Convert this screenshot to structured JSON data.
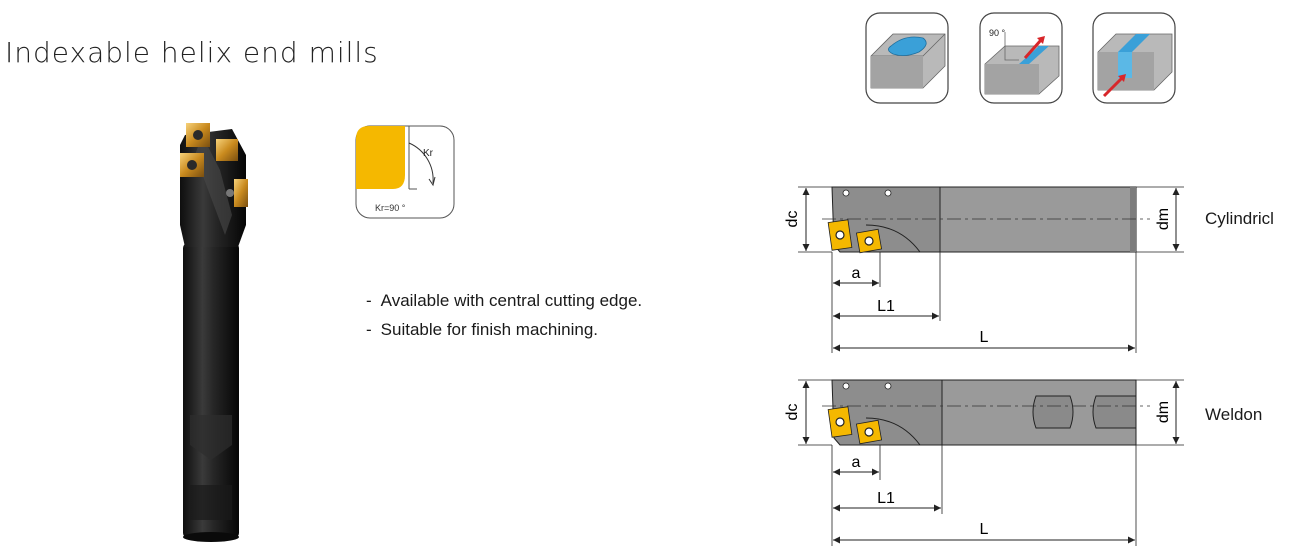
{
  "title": "Indexable helix end mills",
  "features": [
    "Available with central cutting edge.",
    "Suitable for finish machining."
  ],
  "feature_bullet": "-",
  "insert_angle": {
    "label": "Kr",
    "value": "Kr=90 °"
  },
  "operation_icons": [
    {
      "name": "pocket-milling-icon"
    },
    {
      "name": "shoulder-milling-icon",
      "angle_label": "90 °"
    },
    {
      "name": "slot-milling-icon"
    }
  ],
  "drawings": [
    {
      "type": "Cylindricl",
      "dims": {
        "dc": "dc",
        "dm": "dm",
        "a": "a",
        "l1": "L1",
        "l": "L"
      }
    },
    {
      "type": "Weldon",
      "dims": {
        "dc": "dc",
        "dm": "dm",
        "a": "a",
        "l1": "L1",
        "l": "L"
      }
    }
  ],
  "colors": {
    "insert": "#f5b800",
    "body": "#9a9a9a",
    "accent_blue": "#3aa0d8",
    "arrow_red": "#d8262a",
    "tool_black": "#1e1e1e"
  }
}
